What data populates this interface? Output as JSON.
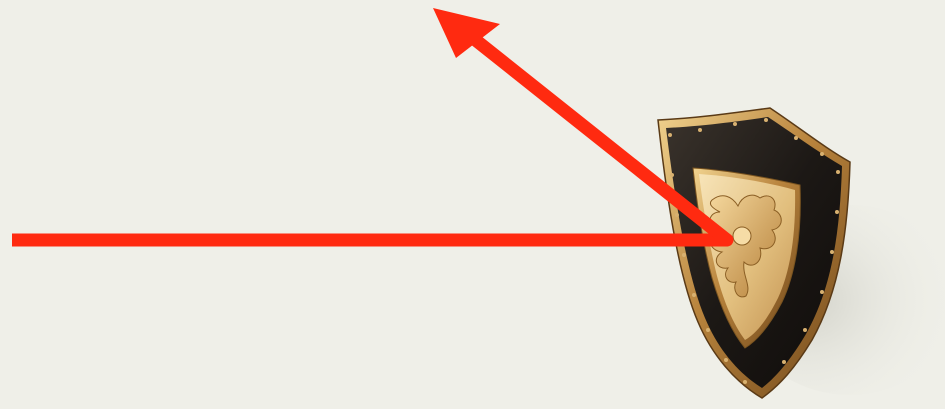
{
  "scene": {
    "background_color": "#efefe8",
    "arrow_color": "#ff2a10",
    "incident_ray": "horizontal-line",
    "reflected_ray": "arrow-up-left",
    "shield": {
      "icon": "shield-icon",
      "outer_color": "#1f1b18",
      "rim_color": "#c99a4f",
      "inner_color": "#e9c98c",
      "emblem": "heraldic-eagle-emblem"
    }
  }
}
